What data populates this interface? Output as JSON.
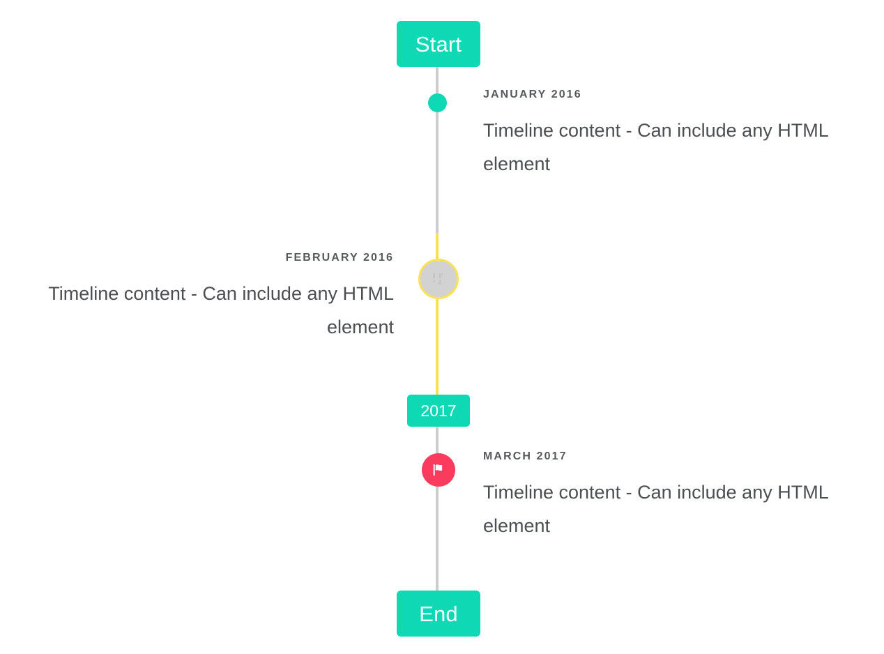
{
  "theme": {
    "background": "#ffffff",
    "accent_teal": "#0fd9b5",
    "accent_yellow": "#fbe158",
    "accent_pink": "#fb3b5e",
    "rail_gray": "#cdcdcd",
    "marker_gray": "#d2d2d2",
    "date_text": "#55595c",
    "body_text": "#4b4f52"
  },
  "timeline": {
    "start_label": "Start",
    "end_label": "End",
    "year_badge_label": "2017",
    "events": [
      {
        "date": "JANUARY 2016",
        "text": "Timeline content - Can include any HTML element",
        "side": "right",
        "marker": "teal-dot"
      },
      {
        "date": "FEBRUARY 2016",
        "text": "Timeline content - Can include any HTML element",
        "side": "left",
        "marker": "broken-image"
      },
      {
        "date": "MARCH 2017",
        "text": "Timeline content - Can include any HTML element",
        "side": "right",
        "marker": "flag"
      }
    ]
  }
}
